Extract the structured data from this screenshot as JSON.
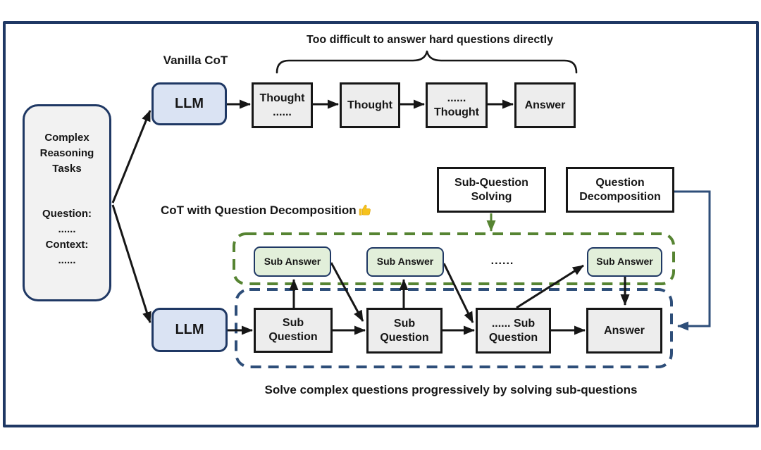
{
  "colors": {
    "frame_navy": "#1f3864",
    "dash_blue": "#2e4e79",
    "dash_green": "#568432",
    "llm_fill": "#dae3f3",
    "gray_box_fill": "#ededed",
    "sub_answer_fill": "#e2efda",
    "tasks_fill": "#f2f2f2",
    "thumb_gold": "#f6c21c",
    "line_black": "#161616"
  },
  "tasks_box": {
    "title_lines": [
      "Complex",
      "Reasoning",
      "Tasks"
    ],
    "question_label": "Question:",
    "question_dots": "......",
    "context_label": "Context:",
    "context_dots": "......"
  },
  "vanilla": {
    "label": "Vanilla CoT",
    "llm_label": "LLM",
    "brace_caption": "Too difficult to answer hard questions directly",
    "chain": [
      {
        "line1": "Thought",
        "line2": "......"
      },
      {
        "line1": "Thought"
      },
      {
        "line1": "......",
        "line2": "Thought"
      },
      {
        "line1": "Answer"
      }
    ]
  },
  "decomposition": {
    "label": "CoT with Question Decomposition",
    "thumbs_up_icon": "👍",
    "llm_label": "LLM",
    "sub_question_solving_box": {
      "line1": "Sub-Question",
      "line2": "Solving"
    },
    "question_decomposition_box": {
      "line1": "Question",
      "line2": "Decomposition"
    },
    "sub_answers": [
      "Sub Answer",
      "Sub Answer",
      "Sub Answer"
    ],
    "sub_answer_ellipsis": "......",
    "sub_questions": [
      {
        "line1": "Sub",
        "line2": "Question"
      },
      {
        "line1": "Sub",
        "line2": "Question"
      },
      {
        "line1": "...... Sub",
        "line2": "Question"
      }
    ],
    "answer_label": "Answer",
    "caption": "Solve complex questions progressively by solving sub-questions"
  }
}
